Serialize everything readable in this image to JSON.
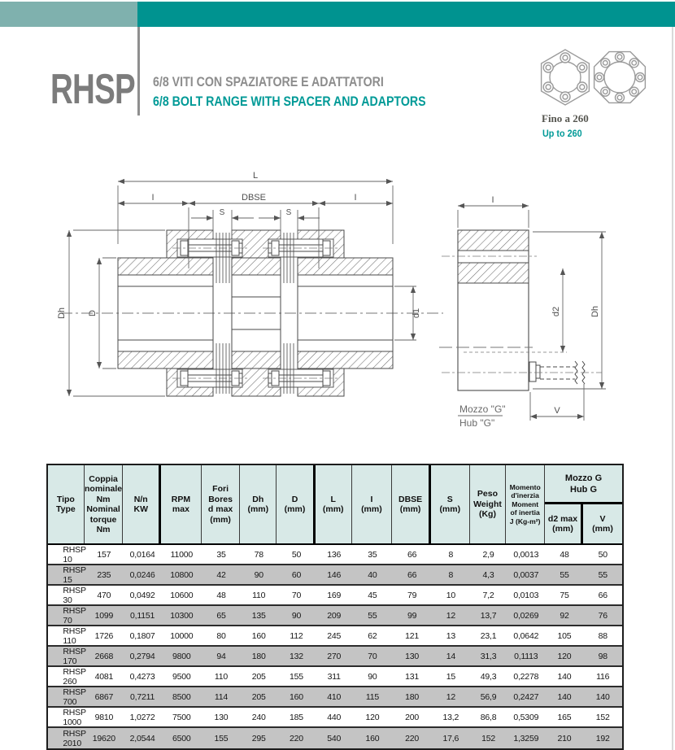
{
  "page": {
    "brand": "RHSP",
    "title_it": "6/8 VITI CON SPAZIATORE E ADATTATORI",
    "title_en": "6/8 BOLT RANGE WITH SPACER AND ADAPTORS",
    "range_note_it": "Fino a 260",
    "range_note_en": "Up to 260"
  },
  "colors": {
    "teal_dark": "#009390",
    "teal_light": "#7fb1ae",
    "teal_text": "#009a97",
    "gray_text": "#8d8d8d",
    "table_header_bg": "#d8e9e7",
    "row_alt": "#c4c4c4"
  },
  "drawing": {
    "labels": {
      "l": "L",
      "dbse": "DBSE",
      "i_left": "I",
      "i_right": "I",
      "s_left": "S",
      "s_right": "S",
      "dh_left": "Dh",
      "d": "D",
      "d1": "d1",
      "hub_i": "I",
      "hub_d2": "d2",
      "hub_dh": "Dh",
      "hub_v": "V",
      "hub_mozzo": "Mozzo \"G\"",
      "hub_hub": "Hub \"G\""
    }
  },
  "table": {
    "header": {
      "tipo": [
        "Tipo",
        "Type"
      ],
      "coppia": [
        "Coppia",
        "nominale",
        "Nm",
        "Nominal",
        "torque",
        "Nm"
      ],
      "nn": [
        "N/n",
        "KW"
      ],
      "rpm": [
        "RPM",
        "max"
      ],
      "fori": [
        "Fori",
        "Bores",
        "d max",
        "(mm)"
      ],
      "dh": [
        "Dh",
        "(mm)"
      ],
      "d": [
        "D",
        "(mm)"
      ],
      "l": [
        "L",
        "(mm)"
      ],
      "i": [
        "I",
        "(mm)"
      ],
      "dbse": [
        "DBSE",
        "(mm)"
      ],
      "s": [
        "S",
        "(mm)"
      ],
      "peso": [
        "Peso",
        "Weight",
        "(Kg)"
      ],
      "momento": [
        "Momento",
        "d'inerzia",
        "Moment",
        "of inertia",
        "J (Kg-m²)"
      ],
      "mozzo_group": [
        "Mozzo G",
        "Hub  G"
      ],
      "d2max": [
        "d2 max",
        "(mm)"
      ],
      "v": [
        "V",
        "(mm)"
      ]
    },
    "rows": [
      [
        "RHSP 10",
        "157",
        "0,0164",
        "11000",
        "35",
        "78",
        "50",
        "136",
        "35",
        "66",
        "8",
        "2,9",
        "0,0013",
        "48",
        "50"
      ],
      [
        "RHSP 15",
        "235",
        "0,0246",
        "10800",
        "42",
        "90",
        "60",
        "146",
        "40",
        "66",
        "8",
        "4,3",
        "0,0037",
        "55",
        "55"
      ],
      [
        "RHSP 30",
        "470",
        "0,0492",
        "10600",
        "48",
        "110",
        "70",
        "169",
        "45",
        "79",
        "10",
        "7,2",
        "0,0103",
        "75",
        "66"
      ],
      [
        "RHSP 70",
        "1099",
        "0,1151",
        "10300",
        "65",
        "135",
        "90",
        "209",
        "55",
        "99",
        "12",
        "13,7",
        "0,0269",
        "92",
        "76"
      ],
      [
        "RHSP 110",
        "1726",
        "0,1807",
        "10000",
        "80",
        "160",
        "112",
        "245",
        "62",
        "121",
        "13",
        "23,1",
        "0,0642",
        "105",
        "88"
      ],
      [
        "RHSP 170",
        "2668",
        "0,2794",
        "9800",
        "94",
        "180",
        "132",
        "270",
        "70",
        "130",
        "14",
        "31,3",
        "0,1113",
        "120",
        "98"
      ],
      [
        "RHSP 260",
        "4081",
        "0,4273",
        "9500",
        "110",
        "205",
        "155",
        "311",
        "90",
        "131",
        "15",
        "49,3",
        "0,2278",
        "140",
        "116"
      ],
      [
        "RHSP 700",
        "6867",
        "0,7211",
        "8500",
        "114",
        "205",
        "160",
        "410",
        "115",
        "180",
        "12",
        "56,9",
        "0,2427",
        "140",
        "140"
      ],
      [
        "RHSP 1000",
        "9810",
        "1,0272",
        "7500",
        "130",
        "240",
        "185",
        "440",
        "120",
        "200",
        "13,2",
        "86,8",
        "0,5309",
        "165",
        "152"
      ],
      [
        "RHSP 2010",
        "19620",
        "2,0544",
        "6500",
        "155",
        "295",
        "220",
        "540",
        "160",
        "220",
        "17,6",
        "152",
        "1,3259",
        "210",
        "192"
      ]
    ]
  }
}
